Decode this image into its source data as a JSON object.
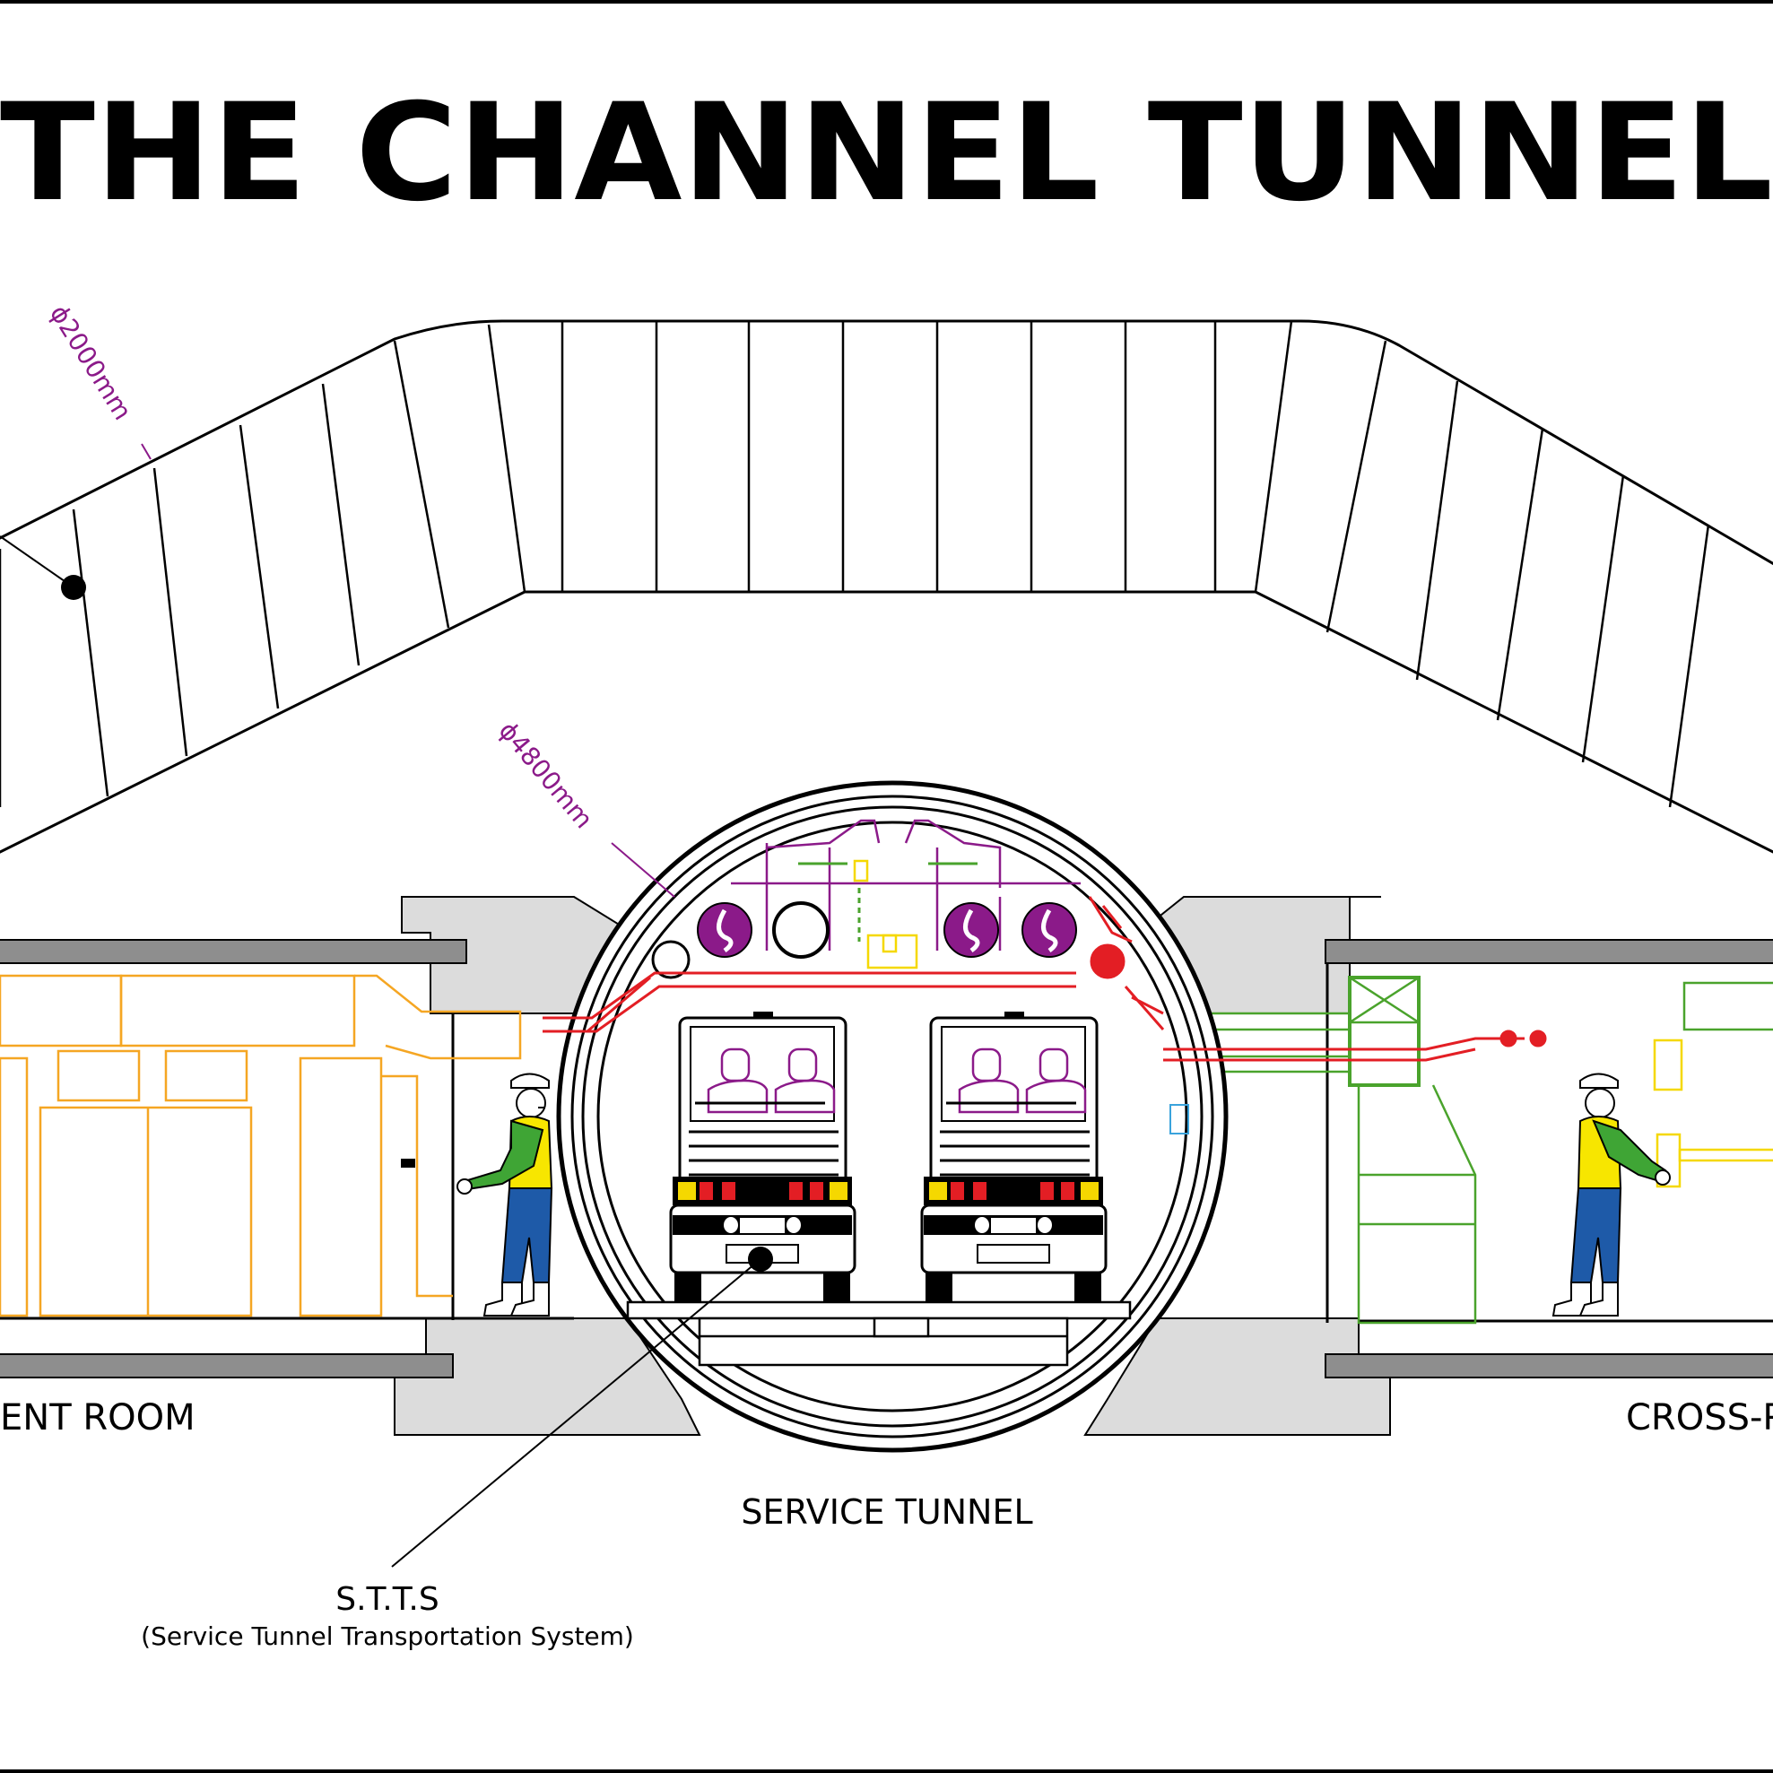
{
  "title": "THE CHANNEL TUNNEL",
  "dimension_outer": "ϕ2000mm",
  "dimension_tunnel": "ϕ4800mm",
  "labels": {
    "left_room": "ENT ROOM",
    "right_room": "CROSS-P",
    "service_tunnel": "SERVICE TUNNEL",
    "stts": "S.T.T.S",
    "stts_full": "(Service Tunnel Transportation System)"
  },
  "colors": {
    "outline": "#000000",
    "concrete": "#dcdcdc",
    "dimension": "#8b1a89",
    "red_services": "#e31e24",
    "green_services": "#4aa32c",
    "yellow_services": "#f5d800",
    "orange_room": "#f5a623",
    "worker_shirt": "#3fa535",
    "worker_vest": "#f7e600",
    "worker_trousers": "#1e5aa8"
  }
}
